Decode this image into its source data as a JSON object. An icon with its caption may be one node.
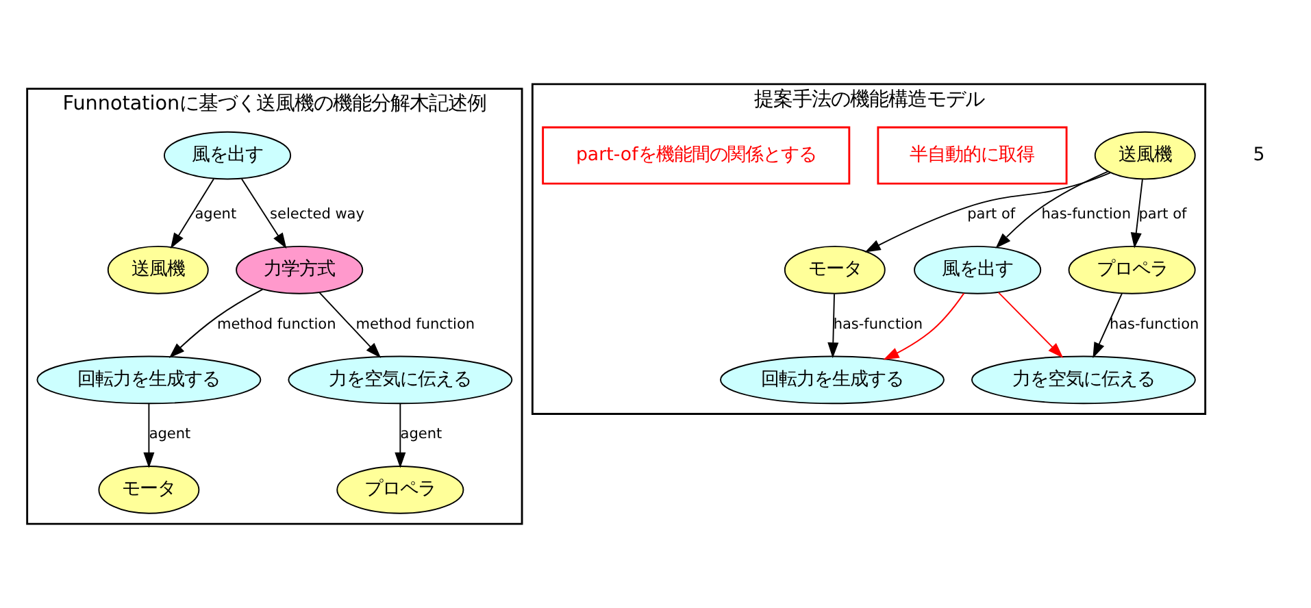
{
  "diagram": {
    "nodes": [
      {
        "text": [
          "Funnotationに基づく送風機の機能分解木記述例"
        ]
      },
      {
        "text": [
          "風を出す"
        ],
        "in": 0
      },
      {
        "text": [
          "送風機"
        ],
        "in": 0
      },
      {
        "text": [
          "力学方式"
        ],
        "in": 0
      },
      {
        "text": [
          "回転力を生成する"
        ],
        "in": 0
      },
      {
        "text": [
          "力を空気に伝える"
        ],
        "in": 0
      },
      {
        "text": [
          "モータ"
        ],
        "in": 0
      },
      {
        "text": [
          "プロペラ"
        ],
        "in": 0
      },
      {
        "text": [
          "提案手法の機能構造モデル"
        ]
      },
      {
        "text": [
          "送風機"
        ],
        "in": 8
      },
      {
        "text": [
          "半自動的に取得"
        ],
        "in": 8
      },
      {
        "text": [
          "モータ"
        ],
        "in": 8
      },
      {
        "text": [
          "プロペラ"
        ],
        "in": 8
      },
      {
        "text": [
          "風を出す"
        ],
        "in": 8
      },
      {
        "text": [
          "part-ofを機能間の関係とする"
        ],
        "in": 8
      },
      {
        "text": [
          "回転力を生成する"
        ],
        "in": 8
      },
      {
        "text": [
          "力を空気に伝える"
        ],
        "in": 8
      }
    ],
    "edges": [
      {
        "from": 1,
        "to": 2,
        "arrow": "to",
        "label": "agent"
      },
      {
        "from": 1,
        "to": 3,
        "arrow": "to",
        "label": "selected way"
      },
      {
        "from": 3,
        "to": 4,
        "arrow": "to",
        "label": "method function"
      },
      {
        "from": 3,
        "to": 5,
        "arrow": "to",
        "label": "method function"
      },
      {
        "from": 4,
        "to": 6,
        "arrow": "to",
        "label": "agent"
      },
      {
        "from": 5,
        "to": 7,
        "arrow": "to",
        "label": "agent"
      },
      {
        "from": 9,
        "to": 11,
        "arrow": "to",
        "label": "part of"
      },
      {
        "from": 9,
        "to": 12,
        "arrow": "to",
        "label": "part of"
      },
      {
        "from": 9,
        "to": 13,
        "arrow": "to",
        "label": "has-function"
      },
      {
        "from": 11,
        "to": 15,
        "arrow": "to",
        "label": "has-function"
      },
      {
        "from": 12,
        "to": 16,
        "arrow": "to",
        "label": "has-function"
      },
      {
        "from": 13,
        "to": 15,
        "arrow": "to",
        "color": "#ff0000"
      },
      {
        "from": 13,
        "to": 16,
        "arrow": "to",
        "color": "#ff0000"
      }
    ],
    "labels": [
      "5"
    ]
  }
}
